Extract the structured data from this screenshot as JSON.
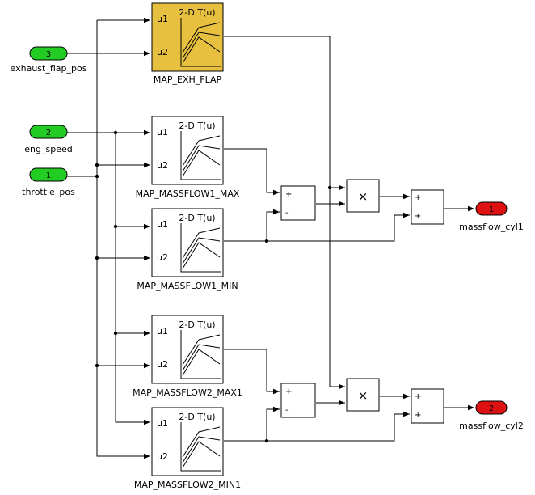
{
  "colors": {
    "background": "#ffffff",
    "line": "#000000",
    "inport_fill": "#22cc22",
    "outport_fill": "#dd1111",
    "lookup_highlight_fill": "#e8c040",
    "block_fill": "#ffffff"
  },
  "inports": [
    {
      "id": "in3",
      "number": "3",
      "label": "exhaust_flap_pos"
    },
    {
      "id": "in2",
      "number": "2",
      "label": "eng_speed"
    },
    {
      "id": "in1",
      "number": "1",
      "label": "throttle_pos"
    }
  ],
  "outports": [
    {
      "id": "out1",
      "number": "1",
      "label": "massflow_cyl1"
    },
    {
      "id": "out2",
      "number": "2",
      "label": "massflow_cyl2"
    }
  ],
  "lookups": [
    {
      "id": "exh",
      "name": "MAP_EXH_FLAP",
      "title": "2-D T(u)",
      "in1": "u1",
      "in2": "u2",
      "highlight": true
    },
    {
      "id": "max1",
      "name": "MAP_MASSFLOW1_MAX",
      "title": "2-D T(u)",
      "in1": "u1",
      "in2": "u2",
      "highlight": false
    },
    {
      "id": "min1",
      "name": "MAP_MASSFLOW1_MIN",
      "title": "2-D T(u)",
      "in1": "u1",
      "in2": "u2",
      "highlight": false
    },
    {
      "id": "max2",
      "name": "MAP_MASSFLOW2_MAX1",
      "title": "2-D T(u)",
      "in1": "u1",
      "in2": "u2",
      "highlight": false
    },
    {
      "id": "min2",
      "name": "MAP_MASSFLOW2_MIN1",
      "title": "2-D T(u)",
      "in1": "u1",
      "in2": "u2",
      "highlight": false
    }
  ],
  "subtract_blocks": [
    {
      "id": "sub1",
      "signs": [
        "+",
        "-"
      ]
    },
    {
      "id": "sub2",
      "signs": [
        "+",
        "-"
      ]
    }
  ],
  "product_blocks": [
    {
      "id": "prod1",
      "symbol": "×"
    },
    {
      "id": "prod2",
      "symbol": "×"
    }
  ],
  "sum_blocks": [
    {
      "id": "sum1",
      "signs": [
        "+",
        "+"
      ]
    },
    {
      "id": "sum2",
      "signs": [
        "+",
        "+"
      ]
    }
  ]
}
